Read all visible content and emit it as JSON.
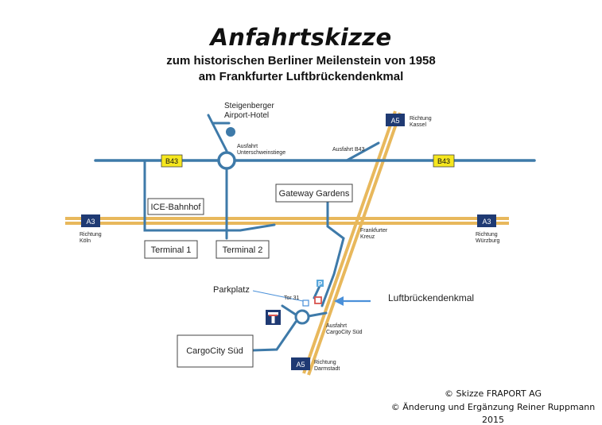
{
  "title": "Anfahrtskizze",
  "subtitle_line1": "zum historischen Berliner Meilenstein von 1958",
  "subtitle_line2": "am Frankfurter Luftbrückendenkmal",
  "hotel_line1": "Steigenberger",
  "hotel_line2": "Airport-Hotel",
  "exit_unterschweinstiege_line1": "Ausfahrt",
  "exit_unterschweinstiege_line2": "Unterschweinstiege",
  "exit_b43": "Ausfahrt B43",
  "a5_north_sign": "A5",
  "a5_north_dir_line1": "Richtung",
  "a5_north_dir_line2": "Kassel",
  "b43_left_sign": "B43",
  "b43_right_sign": "B43",
  "gateway_gardens": "Gateway Gardens",
  "ice_bahnhof": "ICE-Bahnhof",
  "a3_left_sign": "A3",
  "a3_left_dir_line1": "Richtung",
  "a3_left_dir_line2": "Köln",
  "a3_right_sign": "A3",
  "a3_right_dir_line1": "Richtung",
  "a3_right_dir_line2": "Würzburg",
  "kreuz_line1": "Frankfurter",
  "kreuz_line2": "Kreuz",
  "terminal1": "Terminal 1",
  "terminal2": "Terminal 2",
  "parking_letter": "P",
  "parkplatz": "Parkplatz",
  "tor31": "Tor 31",
  "luftbrueckendenkmal": "Luftbrückendenkmal",
  "exit_cargocity_line1": "Ausfahrt",
  "exit_cargocity_line2": "CargoCity Süd",
  "cargocity": "CargoCity Süd",
  "a5_south_sign": "A5",
  "a5_south_dir_line1": "Richtung",
  "a5_south_dir_line2": "Darmstadt",
  "credit1": "© Skizze FRAPORT AG",
  "credit2": "© Änderung und Ergänzung Reiner Ruppmann",
  "credit3": "2015",
  "colors": {
    "road_blue": "#3e7aa9",
    "motorway_gold": "#e8b85c",
    "sign_blue": "#1f3a73",
    "sign_yellow": "#f6e71e",
    "marker_red": "#d9534f",
    "arrow_blue": "#4a90d9",
    "parking_blue": "#5aa8dc"
  }
}
